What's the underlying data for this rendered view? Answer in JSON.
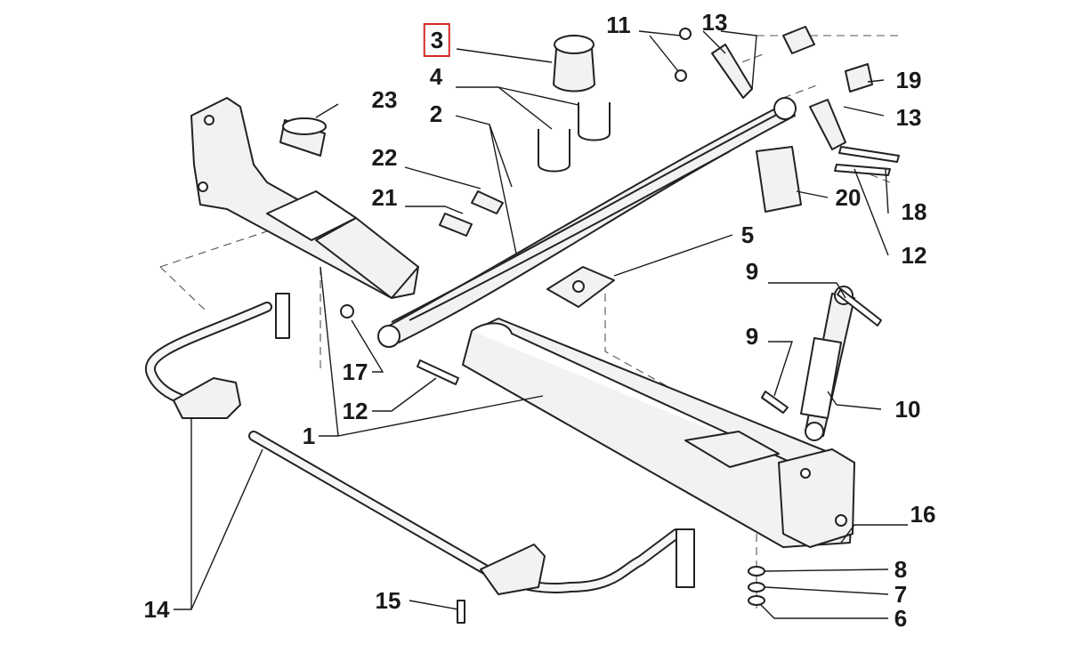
{
  "diagram": {
    "selected_part": "3",
    "callouts": {
      "p1": "1",
      "p2": "2",
      "p3": "3",
      "p4": "4",
      "p5": "5",
      "p6": "6",
      "p7": "7",
      "p8": "8",
      "p9a": "9",
      "p9b": "9",
      "p10": "10",
      "p11": "11",
      "p12a": "12",
      "p12b": "12",
      "p13a": "13",
      "p13b": "13",
      "p14": "14",
      "p15": "15",
      "p16": "16",
      "p17": "17",
      "p18": "18",
      "p19": "19",
      "p20": "20",
      "p21": "21",
      "p22": "22",
      "p23": "23"
    },
    "colors": {
      "highlight": "#d62828",
      "ink": "#1a1a1a",
      "background": "#ffffff"
    }
  }
}
